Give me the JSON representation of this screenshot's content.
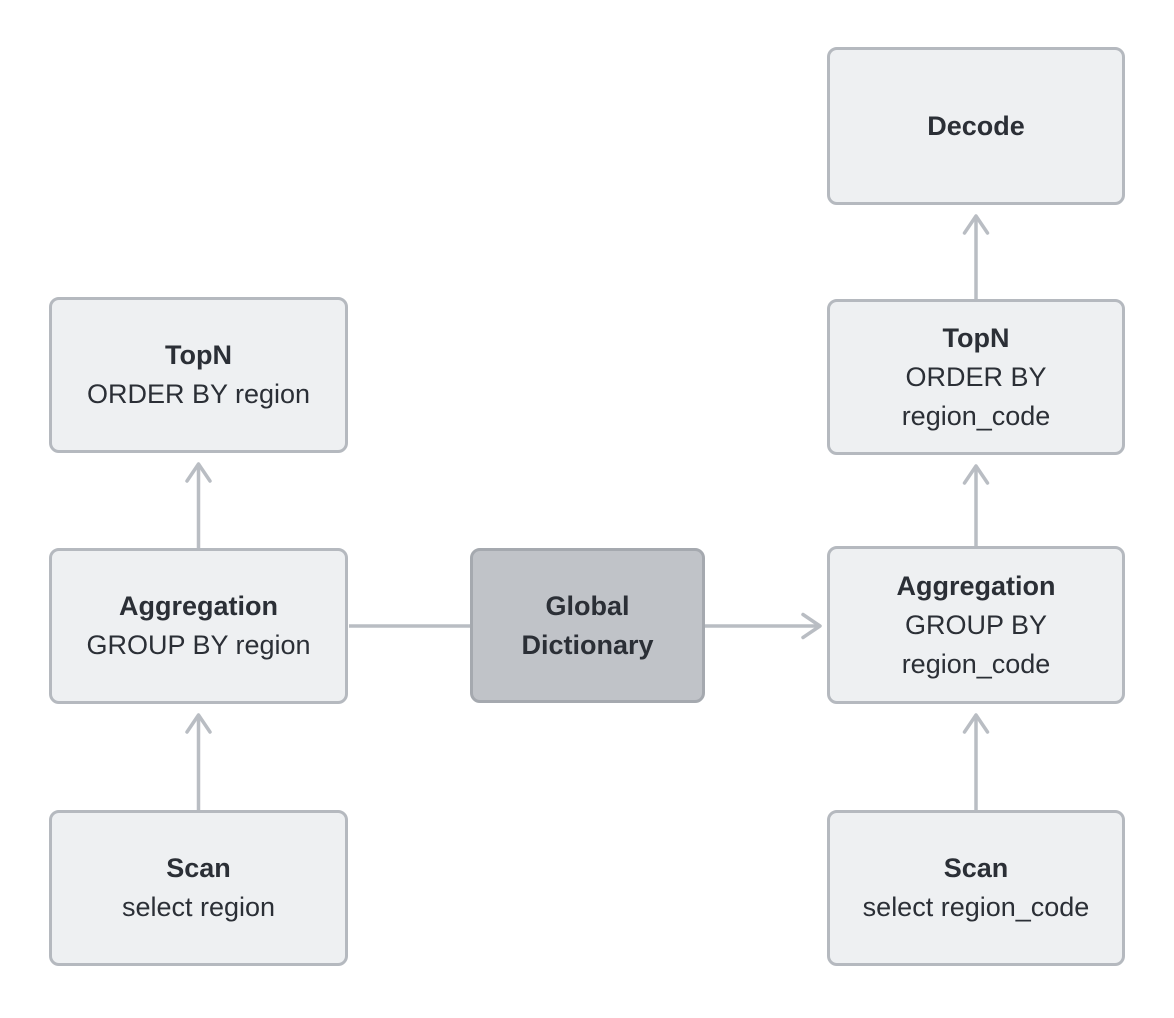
{
  "colors": {
    "background": "#ffffff",
    "node_fill": "#eef0f2",
    "node_border": "#b5b9bf",
    "dark_node_fill": "#c0c3c8",
    "dark_node_border": "#a5a9af",
    "connector": "#b9bdc3",
    "text": "#2b2f36"
  },
  "nodes": {
    "left_topn": {
      "title": "TopN",
      "line1": "ORDER BY region"
    },
    "left_aggregation": {
      "title": "Aggregation",
      "line1": "GROUP BY region"
    },
    "left_scan": {
      "title": "Scan",
      "line1": "select region"
    },
    "global_dictionary": {
      "title_line1": "Global",
      "title_line2": "Dictionary"
    },
    "decode": {
      "title": "Decode"
    },
    "right_topn": {
      "title": "TopN",
      "line1": "ORDER BY",
      "line2": "region_code"
    },
    "right_aggregation": {
      "title": "Aggregation",
      "line1": "GROUP BY",
      "line2": "region_code"
    },
    "right_scan": {
      "title": "Scan",
      "line1": "select region_code"
    }
  },
  "edges": [
    {
      "from": "left_scan",
      "to": "left_aggregation",
      "style": "arrow-up"
    },
    {
      "from": "left_aggregation",
      "to": "left_topn",
      "style": "arrow-up"
    },
    {
      "from": "left_aggregation",
      "to": "global_dictionary",
      "style": "plain-line"
    },
    {
      "from": "global_dictionary",
      "to": "right_aggregation",
      "style": "arrow-right"
    },
    {
      "from": "right_scan",
      "to": "right_aggregation",
      "style": "arrow-up"
    },
    {
      "from": "right_aggregation",
      "to": "right_topn",
      "style": "arrow-up"
    },
    {
      "from": "right_topn",
      "to": "decode",
      "style": "arrow-up"
    }
  ]
}
